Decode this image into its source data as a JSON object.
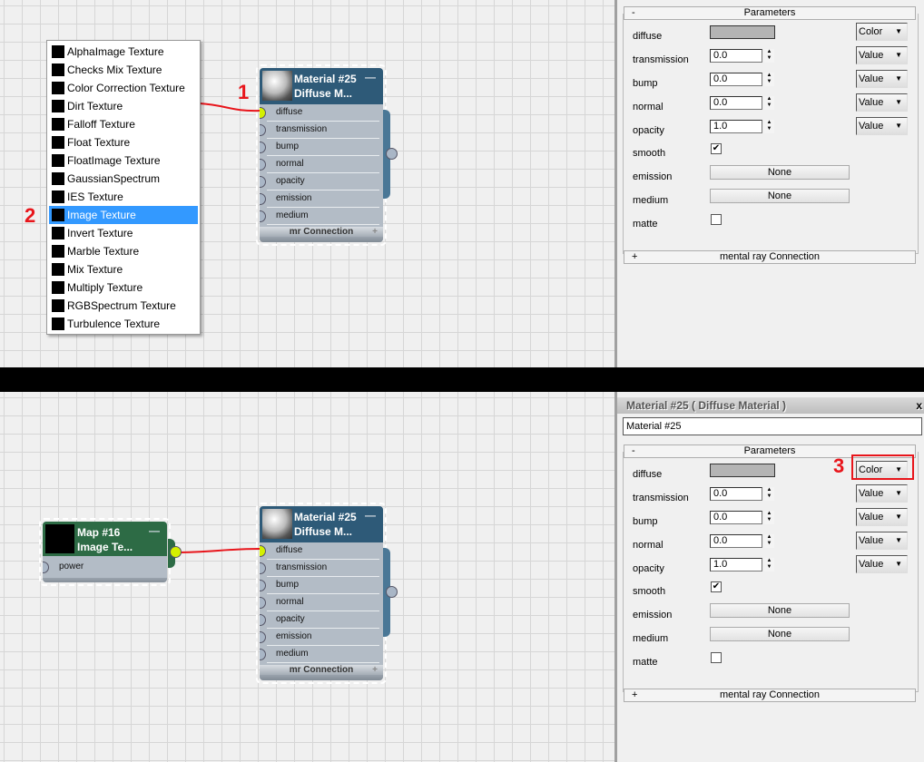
{
  "menu": {
    "items": [
      "AlphaImage Texture",
      "Checks Mix Texture",
      "Color Correction Texture",
      "Dirt Texture",
      "Falloff Texture",
      "Float Texture",
      "FloatImage Texture",
      "GaussianSpectrum",
      "IES Texture",
      "Image Texture",
      "Invert Texture",
      "Marble Texture",
      "Mix Texture",
      "Multiply Texture",
      "RGBSpectrum Texture",
      "Turbulence Texture"
    ],
    "selected": "Image Texture"
  },
  "material_node": {
    "title1": "Material #25",
    "title2": "Diffuse M...",
    "minimize": "—",
    "slots": [
      "diffuse",
      "transmission",
      "bump",
      "normal",
      "opacity",
      "emission",
      "medium"
    ],
    "footer": "mr Connection",
    "footer_plus": "+"
  },
  "map_node": {
    "title1": "Map #16",
    "title2": "Image Te...",
    "minimize": "—",
    "slots": [
      "power"
    ]
  },
  "markers": {
    "one": "1",
    "two": "2",
    "three": "3"
  },
  "panel": {
    "title": "Material #25  ( Diffuse Material )",
    "close": "x",
    "name_value": "Material #25",
    "rollout": "Parameters",
    "rollout_toggle": "-",
    "params": [
      {
        "label": "diffuse",
        "type": "color",
        "mode": "Color"
      },
      {
        "label": "transmission",
        "type": "number",
        "value": "0.0",
        "mode": "Value"
      },
      {
        "label": "bump",
        "type": "number",
        "value": "0.0",
        "mode": "Value"
      },
      {
        "label": "normal",
        "type": "number",
        "value": "0.0",
        "mode": "Value"
      },
      {
        "label": "opacity",
        "type": "number",
        "value": "1.0",
        "mode": "Value"
      },
      {
        "label": "smooth",
        "type": "check",
        "checked": true
      },
      {
        "label": "emission",
        "type": "button",
        "value": "None"
      },
      {
        "label": "medium",
        "type": "button",
        "value": "None"
      },
      {
        "label": "matte",
        "type": "check",
        "checked": false
      }
    ],
    "connection_rollout": "mental ray Connection",
    "connection_toggle": "+"
  },
  "colors": {
    "accent_red": "#e8151b",
    "material_header": "#2e5a78",
    "map_header": "#2d6b45",
    "selection": "#3399ff",
    "active_socket": "#d4f000"
  }
}
